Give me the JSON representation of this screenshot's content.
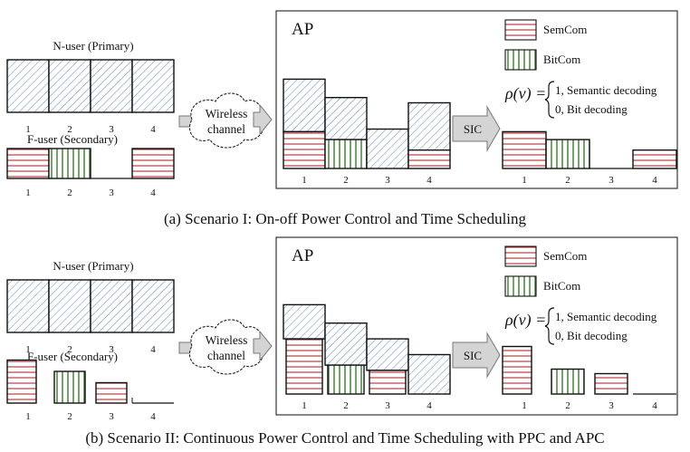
{
  "colors": {
    "semcom_line": "#b03030",
    "bitcom_line": "#3a7d2a",
    "nuser_hatch": "#6a94c8",
    "arrow_fill": "#d4d4d4",
    "outline": "#111111"
  },
  "slot_labels": [
    "1",
    "2",
    "3",
    "4"
  ],
  "scenario1": {
    "nuser_title": "N-user (Primary)",
    "fuser_title": "F-user (Secondary)",
    "cloud_line1": "Wireless",
    "cloud_line2": "channel",
    "ap_label": "AP",
    "sic_label": "SIC",
    "legend": [
      {
        "key": "semcom",
        "label": "SemCom"
      },
      {
        "key": "bitcom",
        "label": "BitCom"
      }
    ],
    "formula": {
      "lhs": "ρ(v) =",
      "case1": "1,  Semantic decoding",
      "case2": "0,  Bit decoding"
    },
    "fuser_slots": [
      "semcom",
      "bitcom",
      "none",
      "semcom"
    ],
    "ap_slots": [
      {
        "fuser": "semcom",
        "fuser_level": 0.7,
        "total_level": 1.7
      },
      {
        "fuser": "bitcom",
        "fuser_level": 0.55,
        "total_level": 1.35
      },
      {
        "fuser": "none",
        "fuser_level": 0,
        "total_level": 0.75
      },
      {
        "fuser": "semcom",
        "fuser_level": 0.35,
        "total_level": 1.25
      }
    ],
    "caption": "(a) Scenario I: On-off Power Control and Time Scheduling"
  },
  "scenario2": {
    "nuser_title": "N-user (Primary)",
    "fuser_title": "F-user (Secondary)",
    "cloud_line1": "Wireless",
    "cloud_line2": "channel",
    "ap_label": "AP",
    "sic_label": "SIC",
    "legend": [
      {
        "key": "semcom",
        "label": "SemCom"
      },
      {
        "key": "bitcom",
        "label": "BitCom"
      }
    ],
    "formula": {
      "lhs": "ρ(v) =",
      "case1": "1,  Semantic decoding",
      "case2": "0,  Bit decoding"
    },
    "fuser_slots": [
      {
        "type": "semcom",
        "level": 0.95
      },
      {
        "type": "bitcom",
        "level": 0.7
      },
      {
        "type": "semcom",
        "level": 0.45
      },
      {
        "type": "none",
        "level": 0
      }
    ],
    "ap_slots": [
      {
        "fuser": "semcom",
        "fuser_level": 1.05,
        "total_level": 1.7
      },
      {
        "fuser": "bitcom",
        "fuser_level": 0.55,
        "total_level": 1.35
      },
      {
        "fuser": "semcom",
        "fuser_level": 0.45,
        "total_level": 1.05
      },
      {
        "fuser": "none",
        "fuser_level": 0,
        "total_level": 0.75
      }
    ],
    "caption": "(b) Scenario II: Continuous Power Control and Time Scheduling with PPC and APC"
  }
}
